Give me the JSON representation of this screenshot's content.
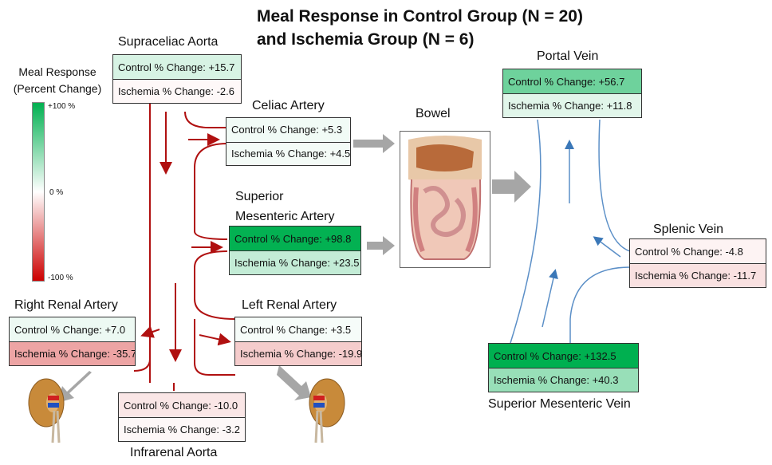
{
  "title": {
    "line1": "Meal Response in Control Group (N = 20)",
    "line2": "and Ischemia Group (N = 6)"
  },
  "legend": {
    "title_line1": "Meal Response",
    "title_line2": "(Percent Change)",
    "ticks": {
      "top": "+100 %",
      "mid": "0 %",
      "bottom": "-100 %"
    },
    "colors": {
      "positive": "#00b050",
      "zero": "#ffffff",
      "negative": "#cc0000"
    }
  },
  "vessels": {
    "supraceliac_aorta": {
      "name": "Supraceliac Aorta",
      "control": "Control % Change: +15.7",
      "ischemia": "Ischemia % Change: -2.6",
      "control_value": 15.7,
      "ischemia_value": -2.6
    },
    "celiac_artery": {
      "name": "Celiac Artery",
      "control": "Control % Change: +5.3",
      "ischemia": "Ischemia % Change: +4.5",
      "control_value": 5.3,
      "ischemia_value": 4.5
    },
    "superior_mesenteric_artery": {
      "name_line1": "Superior",
      "name_line2": "Mesenteric Artery",
      "control": "Control % Change: +98.8",
      "ischemia": "Ischemia % Change: +23.5",
      "control_value": 98.8,
      "ischemia_value": 23.5
    },
    "right_renal_artery": {
      "name": "Right Renal Artery",
      "control": "Control % Change: +7.0",
      "ischemia": "Ischemia % Change: -35.7",
      "control_value": 7.0,
      "ischemia_value": -35.7
    },
    "left_renal_artery": {
      "name": "Left Renal Artery",
      "control": "Control % Change: +3.5",
      "ischemia": "Ischemia % Change: -19.9",
      "control_value": 3.5,
      "ischemia_value": -19.9
    },
    "infrarenal_aorta": {
      "name": "Infrarenal Aorta",
      "control": "Control % Change: -10.0",
      "ischemia": "Ischemia % Change: -3.2",
      "control_value": -10.0,
      "ischemia_value": -3.2
    },
    "portal_vein": {
      "name": "Portal Vein",
      "control": "Control % Change: +56.7",
      "ischemia": "Ischemia % Change: +11.8",
      "control_value": 56.7,
      "ischemia_value": 11.8
    },
    "splenic_vein": {
      "name": "Splenic Vein",
      "control": "Control % Change: -4.8",
      "ischemia": "Ischemia % Change: -11.7",
      "control_value": -4.8,
      "ischemia_value": -11.7
    },
    "superior_mesenteric_vein": {
      "name": "Superior Mesenteric Vein",
      "control": "Control % Change: +132.5",
      "ischemia": "Ischemia % Change: +40.3",
      "control_value": 132.5,
      "ischemia_value": 40.3
    }
  },
  "organs": {
    "bowel": "Bowel"
  },
  "colors": {
    "artery": "#b01010",
    "vein": "#5b8fc7",
    "flow_arrow": "#a6a6a6"
  }
}
